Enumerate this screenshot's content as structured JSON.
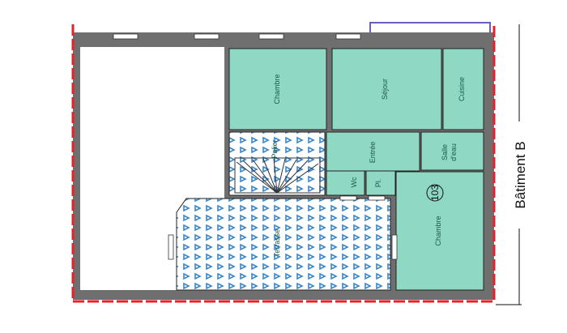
{
  "plan": {
    "building_label": "Bâtiment B",
    "unit_number": "103",
    "rooms": {
      "chambre_1": "Chambre",
      "sejour": "Séjour",
      "cuisine": "Cuisine",
      "palier": "Palier",
      "entree": "Entrée",
      "salle_eau_1": "Salle",
      "salle_eau_2": "d'eau",
      "wc": "Wc",
      "placard": "Pl.",
      "chambre_2": "Chambre",
      "terrasse": "Terrasse"
    },
    "colors": {
      "room_fill": "#8ed8c4",
      "wall": "#6f6f6f",
      "boundary": "#e8202a",
      "pattern": "#3a86c8",
      "neighbor": "#6a5fc0"
    }
  }
}
